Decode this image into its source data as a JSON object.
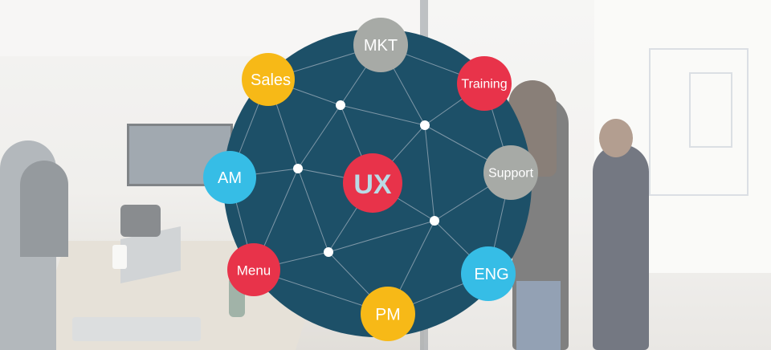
{
  "diagram": {
    "center": {
      "label": "UX",
      "color": "#e8334a"
    },
    "disc_color": "#1d5068",
    "nodes": [
      {
        "id": "mkt",
        "label": "MKT",
        "color": "#a7aaa6"
      },
      {
        "id": "sales",
        "label": "Sales",
        "color": "#f7b917"
      },
      {
        "id": "training",
        "label": "Training",
        "color": "#e8334a"
      },
      {
        "id": "am",
        "label": "AM",
        "color": "#36bde6"
      },
      {
        "id": "support",
        "label": "Support",
        "color": "#a7aaa6"
      },
      {
        "id": "menu",
        "label": "Menu",
        "color": "#e8334a"
      },
      {
        "id": "eng",
        "label": "ENG",
        "color": "#36bde6"
      },
      {
        "id": "pm",
        "label": "PM",
        "color": "#f7b917"
      }
    ]
  }
}
